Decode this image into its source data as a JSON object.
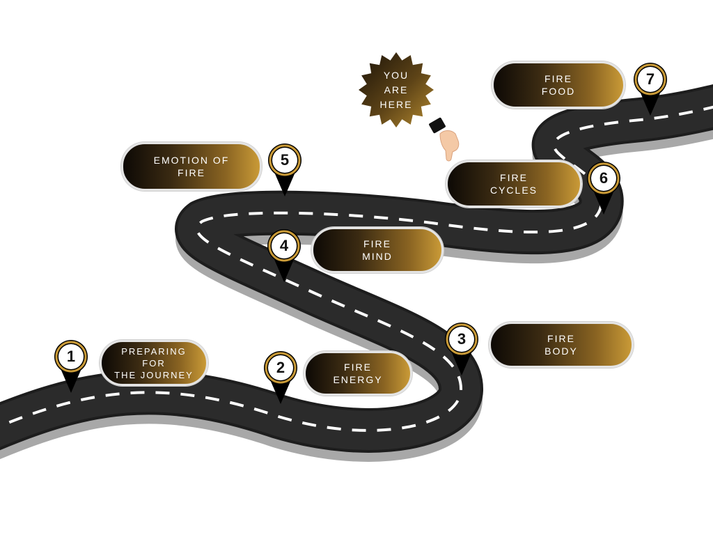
{
  "you_are_here": "YOU\nARE\nHERE",
  "stages": [
    {
      "number": "1",
      "label": "PREPARING\nFOR\nTHE JOURNEY"
    },
    {
      "number": "2",
      "label": "FIRE\nENERGY"
    },
    {
      "number": "3",
      "label": "FIRE\nBODY"
    },
    {
      "number": "4",
      "label": "FIRE\nMIND"
    },
    {
      "number": "5",
      "label": "EMOTION OF\nFIRE"
    },
    {
      "number": "6",
      "label": "FIRE\nCYCLES"
    },
    {
      "number": "7",
      "label": "FIRE\nFOOD"
    }
  ],
  "colors": {
    "road": "#1d1d1d",
    "road_shadow": "#a8a8a8",
    "lane_marking": "#ffffff",
    "gold": "#c99a37",
    "dark": "#0d0905"
  },
  "icons": {
    "marker": "map-pin-icon",
    "pointer": "pointing-hand-icon",
    "badge": "starburst-badge"
  }
}
